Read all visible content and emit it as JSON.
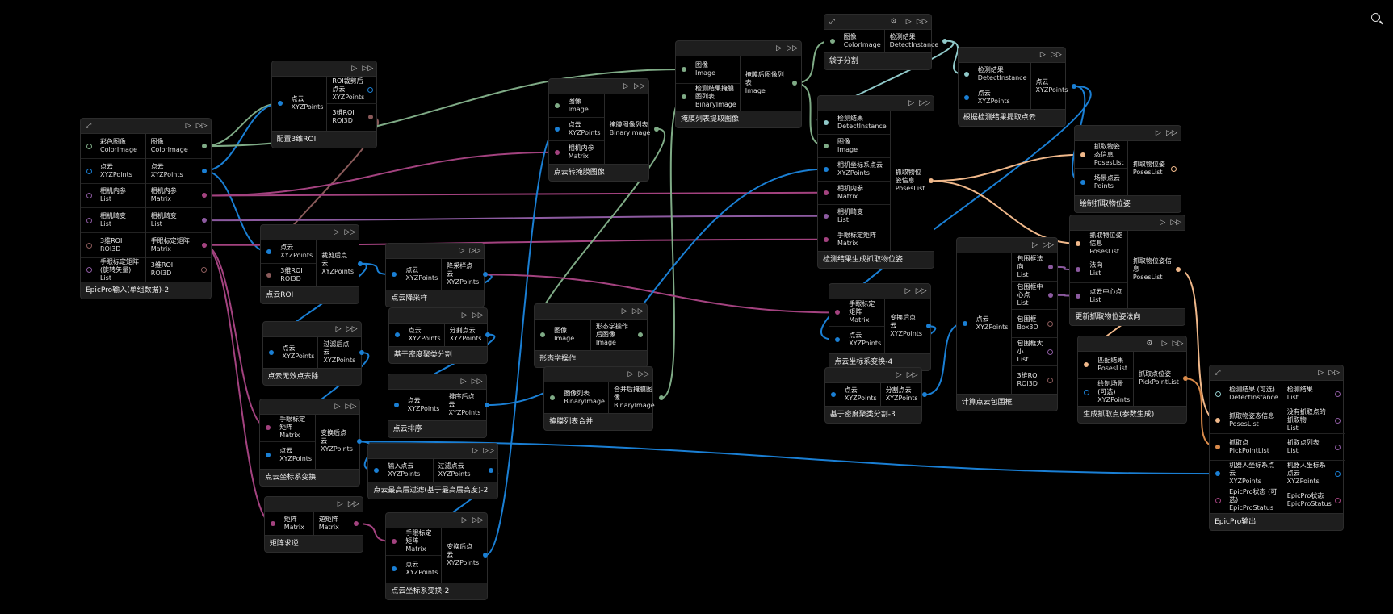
{
  "colors": {
    "image": "#7fab86",
    "points": "#1a7fd4",
    "matrix": "#a3427f",
    "list": "#8c5aa0",
    "roi": "#8a5a5a",
    "detect": "#8fc8c8",
    "poses": "#f0b88a",
    "pick": "#d98a4a"
  },
  "controls": {
    "run": "▷",
    "run_all": "▷▷",
    "expand": "⤢",
    "settings": "⚙"
  },
  "nodes": [
    {
      "id": "n1",
      "title": "EpicPro输入(单组数据)-2",
      "inputs": [
        [
          "彩色图像",
          "ColorImage",
          "image",
          1
        ],
        [
          "点云",
          "XYZPoints",
          "points",
          1
        ],
        [
          "相机内参",
          "List",
          "list",
          1
        ],
        [
          "相机畸变",
          "List",
          "list",
          1
        ],
        [
          "3维ROI",
          "ROI3D",
          "roi",
          1
        ],
        [
          "手眼标定矩阵(旋转矢量)",
          "List",
          "list",
          1
        ]
      ],
      "outputs": [
        [
          "图像",
          "ColorImage",
          "image",
          0
        ],
        [
          "点云",
          "XYZPoints",
          "points",
          0
        ],
        [
          "相机内参",
          "Matrix",
          "matrix",
          0
        ],
        [
          "相机畸变",
          "List",
          "list",
          0
        ],
        [
          "手眼标定矩阵",
          "Matrix",
          "matrix",
          0
        ],
        [
          "3维ROI",
          "ROI3D",
          "roi",
          1
        ]
      ]
    },
    {
      "id": "n2",
      "title": "配置3维ROI",
      "inputs": [
        [
          "点云",
          "XYZPoints",
          "points",
          0
        ]
      ],
      "outputs": [
        [
          "ROI裁剪后点云",
          "XYZPoints",
          "points",
          1
        ],
        [
          "3维ROI",
          "ROI3D",
          "roi",
          0
        ]
      ]
    },
    {
      "id": "n3",
      "title": "点云ROI",
      "inputs": [
        [
          "点云",
          "XYZPoints",
          "points",
          0
        ],
        [
          "3维ROI",
          "ROI3D",
          "roi",
          0
        ]
      ],
      "outputs": [
        [
          "裁剪后点云",
          "XYZPoints",
          "points",
          0
        ]
      ]
    },
    {
      "id": "n4",
      "title": "点云无效点去除",
      "inputs": [
        [
          "点云",
          "XYZPoints",
          "points",
          0
        ]
      ],
      "outputs": [
        [
          "过滤后点云",
          "XYZPoints",
          "points",
          0
        ]
      ]
    },
    {
      "id": "n5",
      "title": "点云坐标系变换",
      "inputs": [
        [
          "手眼标定矩阵",
          "Matrix",
          "matrix",
          0
        ],
        [
          "点云",
          "XYZPoints",
          "points",
          0
        ]
      ],
      "outputs": [
        [
          "变换后点云",
          "XYZPoints",
          "points",
          0
        ]
      ]
    },
    {
      "id": "n6",
      "title": "矩阵求逆",
      "inputs": [
        [
          "矩阵",
          "Matrix",
          "matrix",
          0
        ]
      ],
      "outputs": [
        [
          "逆矩阵",
          "Matrix",
          "matrix",
          0
        ]
      ]
    },
    {
      "id": "n7",
      "title": "点云降采样",
      "inputs": [
        [
          "点云",
          "XYZPoints",
          "points",
          0
        ]
      ],
      "outputs": [
        [
          "降采样点云",
          "XYZPoints",
          "points",
          0
        ]
      ]
    },
    {
      "id": "n8",
      "title": "基于密度聚类分割",
      "inputs": [
        [
          "点云",
          "XYZPoints",
          "points",
          0
        ]
      ],
      "outputs": [
        [
          "分割点云",
          "XYZPoints",
          "points",
          0
        ]
      ]
    },
    {
      "id": "n9",
      "title": "点云排序",
      "inputs": [
        [
          "点云",
          "XYZPoints",
          "points",
          0
        ]
      ],
      "outputs": [
        [
          "排序后点云",
          "XYZPoints",
          "points",
          0
        ]
      ]
    },
    {
      "id": "n10",
      "title": "点云最高层过滤(基于最高层高度)-2",
      "inputs": [
        [
          "输入点云",
          "XYZPoints",
          "points",
          0
        ]
      ],
      "outputs": [
        [
          "过滤点云",
          "XYZPoints",
          "points",
          0
        ]
      ]
    },
    {
      "id": "n11",
      "title": "点云坐标系变换-2",
      "inputs": [
        [
          "手眼标定矩阵",
          "Matrix",
          "matrix",
          0
        ],
        [
          "点云",
          "XYZPoints",
          "points",
          0
        ]
      ],
      "outputs": [
        [
          "变换后点云",
          "XYZPoints",
          "points",
          0
        ]
      ]
    },
    {
      "id": "n12",
      "title": "点云转掩膜图像",
      "inputs": [
        [
          "图像",
          "Image",
          "image",
          0
        ],
        [
          "点云",
          "XYZPoints",
          "points",
          0
        ],
        [
          "相机内参",
          "Matrix",
          "matrix",
          0
        ]
      ],
      "outputs": [
        [
          "掩膜图像列表",
          "BinaryImage",
          "image",
          0
        ]
      ]
    },
    {
      "id": "n13",
      "title": "形态学操作",
      "inputs": [
        [
          "图像",
          "Image",
          "image",
          0
        ]
      ],
      "outputs": [
        [
          "形态学操作后图像",
          "Image",
          "image",
          0
        ]
      ]
    },
    {
      "id": "n14",
      "title": "掩膜列表合并",
      "inputs": [
        [
          "图像列表",
          "BinaryImage",
          "image",
          0
        ]
      ],
      "outputs": [
        [
          "合并后掩膜图像",
          "BinaryImage",
          "image",
          0
        ]
      ]
    },
    {
      "id": "n15",
      "title": "掩膜列表提取图像",
      "inputs": [
        [
          "图像",
          "Image",
          "image",
          0
        ],
        [
          "检测结果掩膜图列表",
          "BinaryImage",
          "image",
          0
        ]
      ],
      "outputs": [
        [
          "掩膜后图像列表",
          "Image",
          "image",
          0
        ]
      ]
    },
    {
      "id": "n16",
      "title": "袋子分割",
      "inputs": [
        [
          "图像",
          "ColorImage",
          "image",
          0
        ]
      ],
      "outputs": [
        [
          "检测结果",
          "DetectInstance",
          "detect",
          0
        ]
      ]
    },
    {
      "id": "n17",
      "title": "根据检测结果提取点云",
      "inputs": [
        [
          "检测结果",
          "DetectInstance",
          "detect",
          0
        ],
        [
          "点云",
          "XYZPoints",
          "points",
          0
        ]
      ],
      "outputs": [
        [
          "点云",
          "XYZPoints",
          "points",
          0
        ]
      ]
    },
    {
      "id": "n18",
      "title": "检测结果生成抓取物位姿",
      "inputs": [
        [
          "检测结果",
          "DetectInstance",
          "detect",
          0
        ],
        [
          "图像",
          "Image",
          "image",
          0
        ],
        [
          "相机坐标系点云",
          "XYZPoints",
          "points",
          0
        ],
        [
          "相机内参",
          "Matrix",
          "matrix",
          0
        ],
        [
          "相机畸变",
          "List",
          "list",
          0
        ],
        [
          "手眼标定矩阵",
          "Matrix",
          "matrix",
          0
        ]
      ],
      "outputs": [
        [
          "抓取物位姿信息",
          "PosesList",
          "poses",
          0
        ]
      ]
    },
    {
      "id": "n19",
      "title": "点云坐标系变换-4",
      "inputs": [
        [
          "手眼标定矩阵",
          "Matrix",
          "matrix",
          0
        ],
        [
          "点云",
          "XYZPoints",
          "points",
          0
        ]
      ],
      "outputs": [
        [
          "变换后点云",
          "XYZPoints",
          "points",
          0
        ]
      ]
    },
    {
      "id": "n20",
      "title": "基于密度聚类分割-3",
      "inputs": [
        [
          "点云",
          "XYZPoints",
          "points",
          0
        ]
      ],
      "outputs": [
        [
          "分割点云",
          "XYZPoints",
          "points",
          0
        ]
      ]
    },
    {
      "id": "n21",
      "title": "计算点云包围框",
      "inputs": [
        [
          "点云",
          "XYZPoints",
          "points",
          0
        ]
      ],
      "outputs": [
        [
          "包围框法向",
          "List",
          "list",
          0
        ],
        [
          "包围框中心点",
          "List",
          "list",
          0
        ],
        [
          "包围框",
          "Box3D",
          "roi",
          1
        ],
        [
          "包围框大小",
          "List",
          "list",
          1
        ],
        [
          "3维ROI",
          "ROI3D",
          "roi",
          1
        ]
      ]
    },
    {
      "id": "n22",
      "title": "绘制抓取物位姿",
      "inputs": [
        [
          "抓取物姿态信息",
          "PosesList",
          "poses",
          0
        ],
        [
          "场景点云",
          "Points",
          "points",
          0
        ]
      ],
      "outputs": [
        [
          "抓取物位姿",
          "PosesList",
          "poses",
          1
        ]
      ]
    },
    {
      "id": "n23",
      "title": "更新抓取物位姿法向",
      "inputs": [
        [
          "抓取物位姿信息",
          "PosesList",
          "poses",
          0
        ],
        [
          "法向",
          "List",
          "list",
          0
        ],
        [
          "点云中心点",
          "List",
          "list",
          0
        ]
      ],
      "outputs": [
        [
          "抓取物位姿信息",
          "PosesList",
          "poses",
          0
        ]
      ]
    },
    {
      "id": "n24",
      "title": "生成抓取点(参数生成)",
      "inputs": [
        [
          "匹配结果",
          "PosesList",
          "poses",
          0
        ],
        [
          "绘制场景 (可选)",
          "XYZPoints",
          "points",
          1
        ]
      ],
      "outputs": [
        [
          "抓取点位姿",
          "PickPointList",
          "pick",
          0
        ]
      ]
    },
    {
      "id": "n25",
      "title": "EpicPro输出",
      "inputs": [
        [
          "检测结果 (可选)",
          "DetectInstance",
          "detect",
          1
        ],
        [
          "抓取物姿态信息",
          "PosesList",
          "poses",
          0
        ],
        [
          "抓取点",
          "PickPointList",
          "pick",
          0
        ],
        [
          "机器人坐标系点云",
          "XYZPoints",
          "points",
          0
        ],
        [
          "EpicPro状态 (可选)",
          "EpicProStatus",
          "matrix",
          1
        ]
      ],
      "outputs": [
        [
          "检测结果",
          "List",
          "list",
          1
        ],
        [
          "没有抓取点的抓取物",
          "List",
          "list",
          1
        ],
        [
          "抓取点列表",
          "List",
          "list",
          1
        ],
        [
          "机器人坐标系点云",
          "XYZPoints",
          "points",
          1
        ],
        [
          "EpicPro状态",
          "EpicProStatus",
          "matrix",
          1
        ]
      ]
    }
  ]
}
